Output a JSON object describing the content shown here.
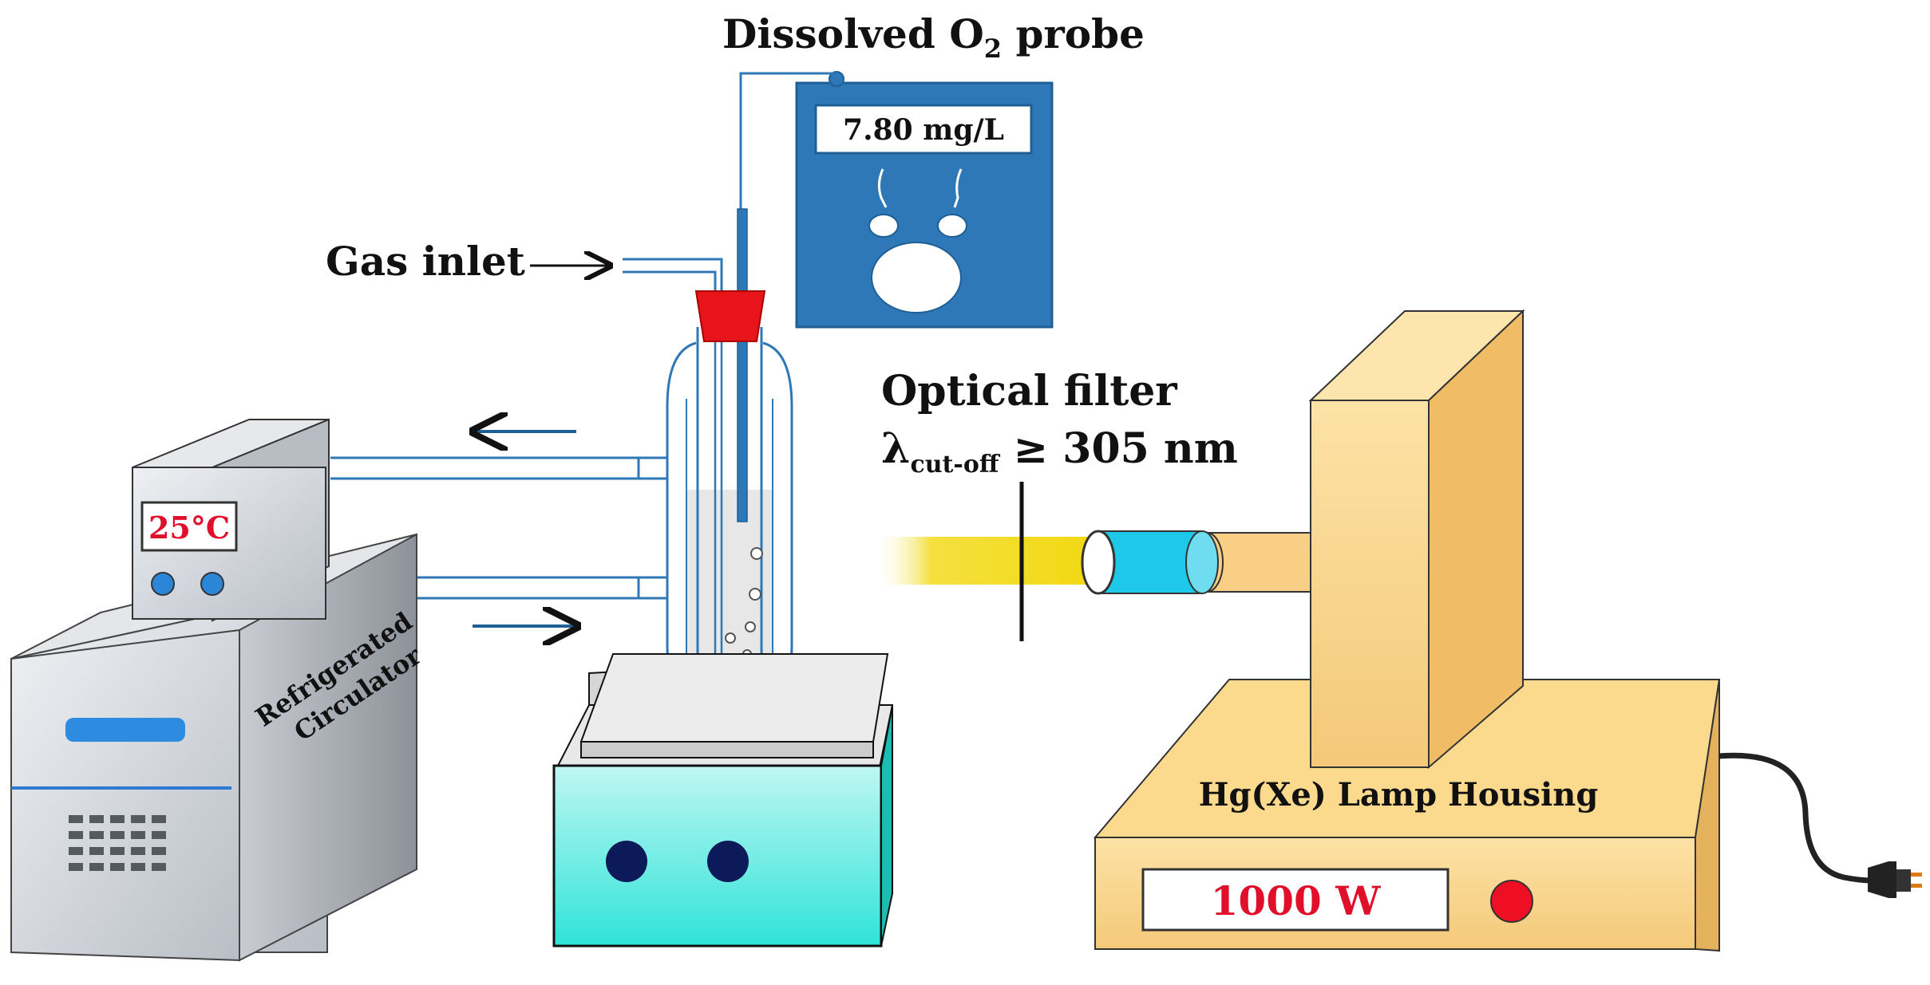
{
  "labels": {
    "probe_main": "Dissolved O",
    "probe_sub": "2",
    "probe_tail": " probe",
    "gas_inlet": "Gas inlet",
    "filter_line1": "Optical filter",
    "filter_lambda": "λ",
    "filter_sub": "cut-off",
    "filter_value": " ≥ 305 nm",
    "circulator_line1": "Refrigerated",
    "circulator_line2": "Circulator",
    "lamp_housing": "Hg(Xe) Lamp Housing"
  },
  "displays": {
    "meter_reading": "7.80 mg/L",
    "circulator_temp": "25°C",
    "lamp_power": "1000 W"
  },
  "colors": {
    "meter_blue": "#2e78b7",
    "stopper_red": "#e8141c",
    "beam_yellow": "#f2d80f",
    "lamp_tan": "#f6cf82",
    "stirrer_cyan": "#39e3d9",
    "display_red": "#e0102a",
    "knob_blue": "#2c86d8",
    "stir_bar_blue": "#1d2ad8"
  }
}
